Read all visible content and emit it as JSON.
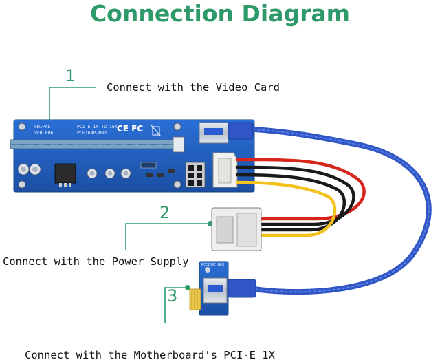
{
  "title": "Connection Diagram",
  "callouts": [
    {
      "number": "1",
      "text": "Connect with the Video Card"
    },
    {
      "number": "2",
      "text": "Connect with the Power Supply"
    },
    {
      "number": "3",
      "text": "Connect with the Motherboard's PCI-E 1X"
    }
  ],
  "board_markings": {
    "brand": "CHIPAL",
    "version": "VER 006",
    "model_line1": "PCI-E 1X TO 16X",
    "model_line2": "PCE164P-N03",
    "certs": "CE FC",
    "adapter_label": "PCE164C-N03"
  },
  "colors": {
    "title": "#2e9a6a",
    "callout_line": "#2e9a6a",
    "pcb": "#1f5fbf",
    "slot": "#6a9ab9",
    "usb_cable": "#2f56c4",
    "wire_red": "#d6261c",
    "wire_yellow": "#f3c21c",
    "wire_black": "#1a1a1a"
  },
  "icons": [
    "usb-port-icon",
    "molex-connector-icon",
    "sata-power-connector-icon"
  ]
}
